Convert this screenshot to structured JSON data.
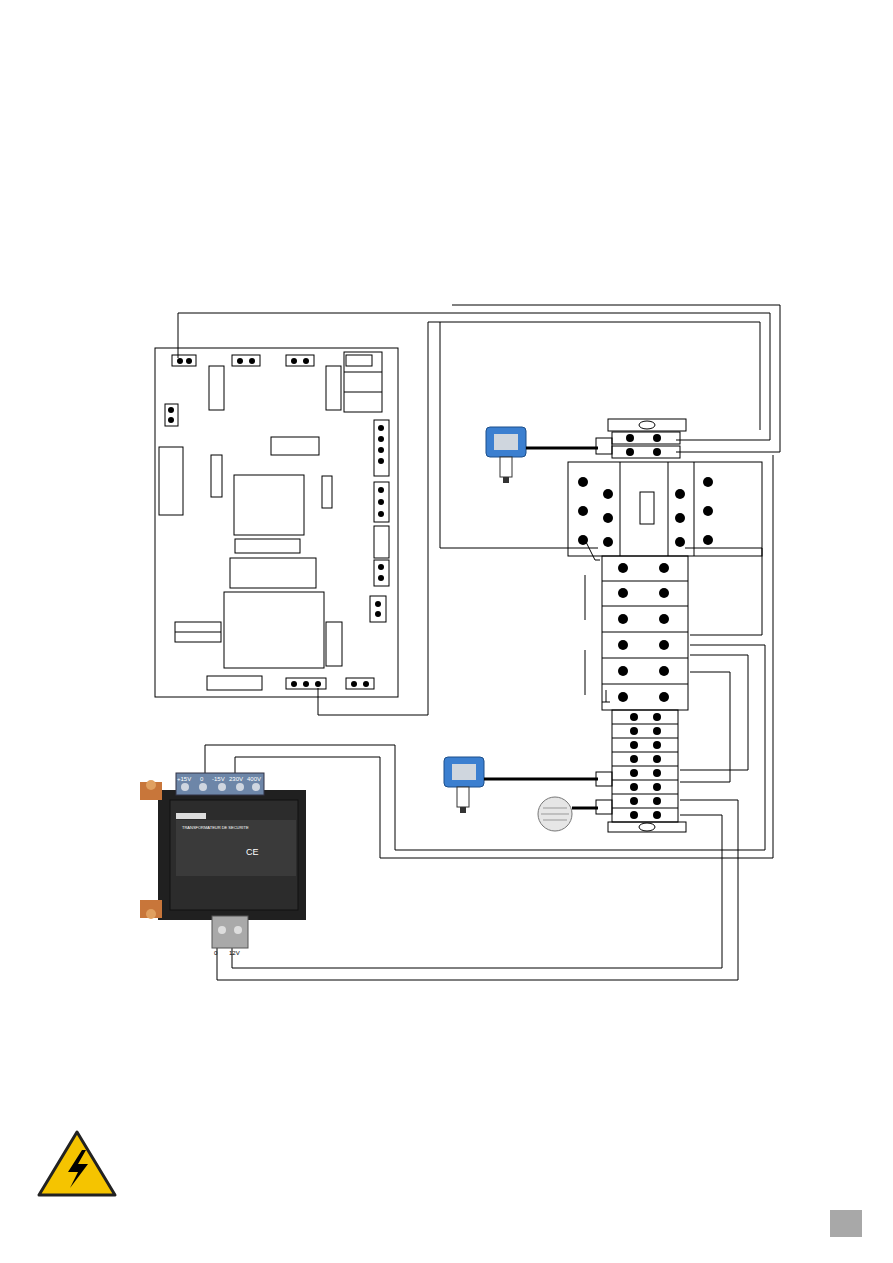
{
  "diagram": {
    "labels": [
      "+15V",
      "0",
      "-15V",
      "230V",
      "400V",
      "0",
      "12V",
      "TRANSFORMATEUR DE SECURITE",
      "CE"
    ]
  }
}
